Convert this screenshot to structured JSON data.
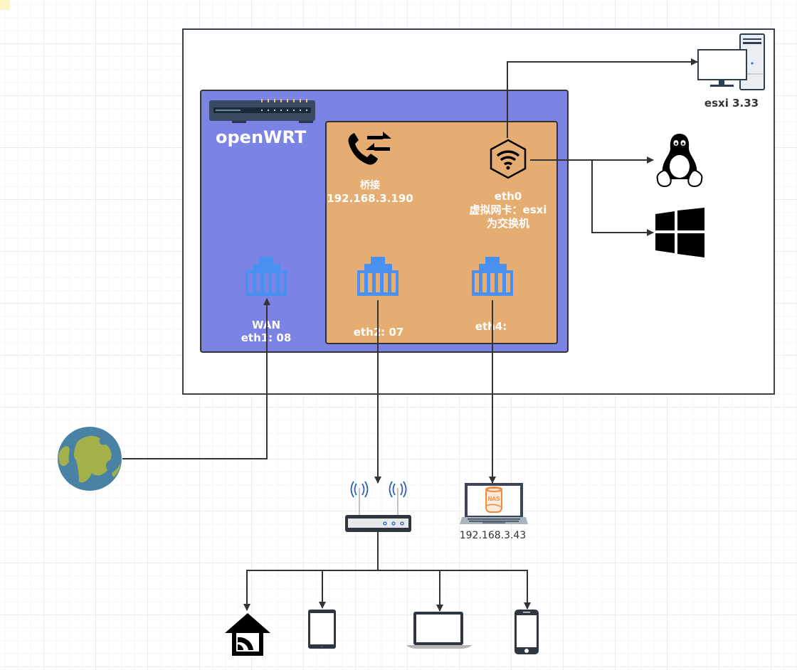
{
  "diagram": {
    "title": "openWRT",
    "nodes": {
      "router_device": {
        "icon": "router-hardware-icon"
      },
      "bridge": {
        "icon": "phone-transfer-icon",
        "label_line1": "桥接",
        "label_line2": "192.168.3.190"
      },
      "eth0": {
        "icon": "wifi-hexagon-icon",
        "label_line1": "eth0",
        "label_line2": "虚拟网卡：esxi",
        "label_line3": "为交换机"
      },
      "wan": {
        "icon": "ethernet-port-icon",
        "label_line1": "WAN",
        "label_line2": "eth1: 08"
      },
      "eth2": {
        "icon": "ethernet-port-icon",
        "label": "eth2: 07"
      },
      "eth4": {
        "icon": "ethernet-port-icon",
        "label": "eth4:"
      },
      "esxi": {
        "icon": "desktop-tower-icon",
        "label": "esxi 3.33"
      },
      "linux": {
        "icon": "linux-tux-icon"
      },
      "windows": {
        "icon": "windows-logo-icon"
      },
      "internet": {
        "icon": "globe-icon"
      },
      "wifi_router": {
        "icon": "wireless-router-icon"
      },
      "nas": {
        "icon": "nas-laptop-icon",
        "screen_text": "NAS",
        "label": "192.168.3.43"
      },
      "smart_home": {
        "icon": "smart-home-icon"
      },
      "tablet": {
        "icon": "tablet-icon"
      },
      "laptop": {
        "icon": "laptop-icon"
      },
      "phone": {
        "icon": "smartphone-icon"
      }
    },
    "edges": [
      {
        "from": "eth0",
        "to": "esxi"
      },
      {
        "from": "eth0",
        "to": "linux"
      },
      {
        "from": "eth0",
        "to": "windows"
      },
      {
        "from": "internet",
        "to": "wan"
      },
      {
        "from": "eth2",
        "to": "wifi_router"
      },
      {
        "from": "eth4",
        "to": "nas"
      },
      {
        "from": "wifi_router",
        "to": "smart_home"
      },
      {
        "from": "wifi_router",
        "to": "tablet"
      },
      {
        "from": "wifi_router",
        "to": "laptop"
      },
      {
        "from": "wifi_router",
        "to": "phone"
      }
    ],
    "colors": {
      "openwrt_fill": "#7b83e4",
      "lan_fill": "#e6ad72",
      "port_blue": "#4a90f0",
      "globe_ocean": "#4a82a6",
      "globe_land": "#a4b04a",
      "nas_orange": "#f08a3c"
    }
  }
}
